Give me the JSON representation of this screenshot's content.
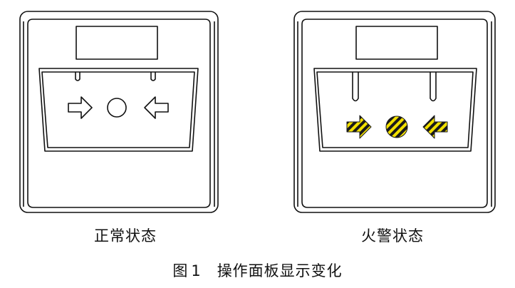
{
  "panels": [
    {
      "id": "normal",
      "label": "正常状态",
      "alarm": false
    },
    {
      "id": "fire",
      "label": "火警状态",
      "alarm": true
    }
  ],
  "figure": {
    "label": "图",
    "number": "1",
    "title": "操作面板显示变化"
  },
  "colors": {
    "outline": "#111111",
    "alarm_stripe": "#f2e000",
    "alarm_dark": "#1a1a1a",
    "background": "#ffffff"
  },
  "icons": [
    "arrow-right-icon",
    "indicator-circle-icon",
    "arrow-left-icon"
  ]
}
